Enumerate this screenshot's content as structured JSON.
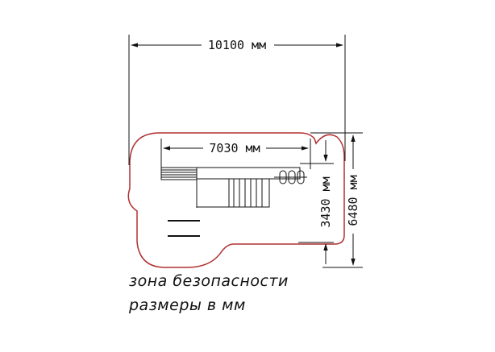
{
  "dimensions": {
    "overall_width": "10100 мм",
    "structure_width": "7030 мм",
    "structure_depth": "3430 мм",
    "overall_depth": "6480 мм"
  },
  "notes": {
    "line1": "зона безопасности",
    "line2": "размеры в мм"
  },
  "colors": {
    "safety_zone": "#b03030",
    "lines": "#111111",
    "background": "#ffffff"
  }
}
